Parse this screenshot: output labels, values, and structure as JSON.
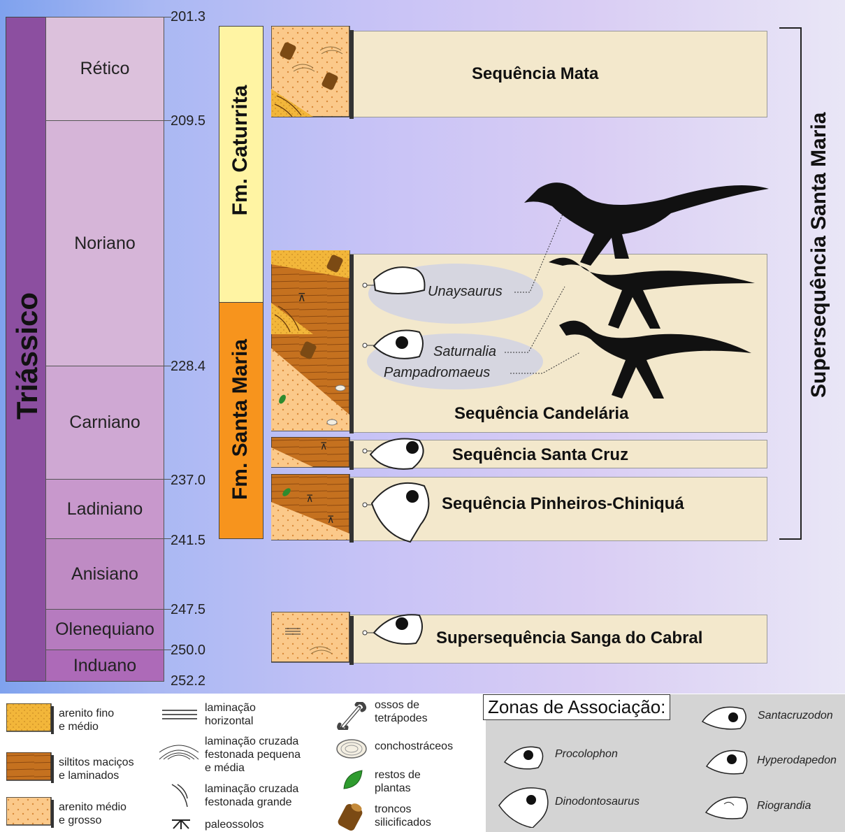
{
  "period": "Triássico",
  "stages": [
    {
      "name": "Rético",
      "color": "#dcc1dc"
    },
    {
      "name": "Noriano",
      "color": "#d6b5d8"
    },
    {
      "name": "Carniano",
      "color": "#cfa8d3"
    },
    {
      "name": "Ladiniano",
      "color": "#c898cc"
    },
    {
      "name": "Anisiano",
      "color": "#bf8bc4"
    },
    {
      "name": "Olenequiano",
      "color": "#b67bbf"
    },
    {
      "name": "Induano",
      "color": "#ad6ab8"
    }
  ],
  "ages": [
    "201.3",
    "209.5",
    "228.4",
    "237.0",
    "241.5",
    "247.5",
    "250.0",
    "252.2"
  ],
  "formations": [
    {
      "name": "Fm. Caturrita",
      "color": "#fff4a3"
    },
    {
      "name": "Fm. Santa Maria",
      "color": "#f7941d"
    }
  ],
  "sequences": [
    "Sequência Mata",
    "Sequência Candelária",
    "Sequência Santa Cruz",
    "Sequência Pinheiros-Chiniquá",
    "Supersequência Sanga do Cabral"
  ],
  "supersequence": "Supersequência Santa Maria",
  "taxa": [
    "Unaysaurus",
    "Saturnalia",
    "Pampadromaeus"
  ],
  "legend": {
    "lithology": [
      {
        "label1": "arenito fino",
        "label2": "e médio"
      },
      {
        "label1": "siltitos maciços",
        "label2": "e laminados"
      },
      {
        "label1": "arenito médio",
        "label2": "e grosso"
      }
    ],
    "structures": [
      {
        "label1": "laminação",
        "label2": "horizontal"
      },
      {
        "label1": "laminação cruzada",
        "label2": "festonada pequena",
        "label3": "e média"
      },
      {
        "label1": "laminação cruzada",
        "label2": "festonada grande"
      },
      {
        "label1": "paleossolos"
      }
    ],
    "fossils": [
      {
        "label1": "ossos de",
        "label2": "tetrápodes"
      },
      {
        "label1": "conchostráceos"
      },
      {
        "label1": "restos de",
        "label2": "plantas"
      },
      {
        "label1": "troncos",
        "label2": "silicificados"
      }
    ]
  },
  "zones": {
    "title": "Zonas de Associação:",
    "items": [
      "Santacruzodon",
      "Procolophon",
      "Hyperodapedon",
      "Dinodontosaurus",
      "Riograndia"
    ]
  },
  "colors": {
    "fine_sand": "#f2b63a",
    "siltstone": "#c5711f",
    "coarse_sand": "#fbc98a",
    "sequence_fill": "#f3e8cc"
  }
}
